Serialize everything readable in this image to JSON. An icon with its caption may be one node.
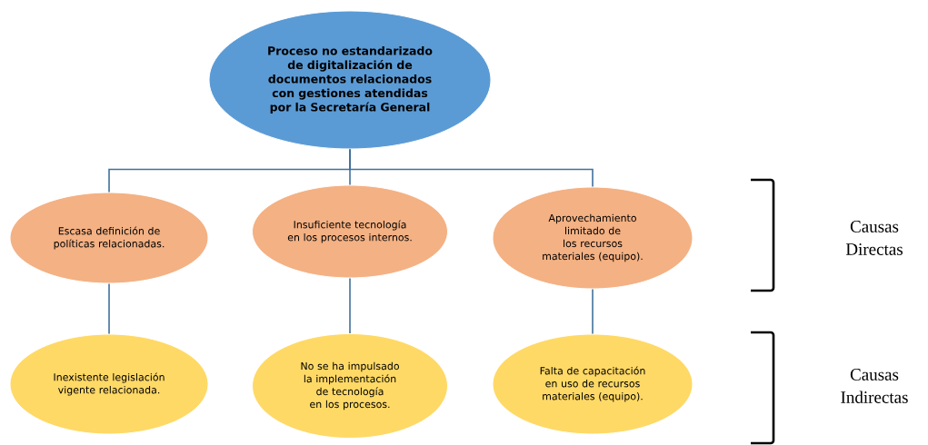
{
  "diagram": {
    "nodes": [
      {
        "text": [
          "Proceso no estandarizado de digitalización de documentos relacionados con gestiones atendidas por la Secretaría General"
        ]
      },
      {
        "text": [
          "Escasa definición de políticas relacionadas."
        ]
      },
      {
        "text": [
          "Insuficiente  tecnología en los procesos internos."
        ]
      },
      {
        "text": [
          "Aprovechamiento limitado de los recursos materiales (equipo)."
        ]
      },
      {
        "text": [
          "Inexistente legislación vigente relacionada."
        ]
      },
      {
        "text": [
          "No se ha impulsado la implementación de tecnología en los procesos."
        ]
      },
      {
        "text": [
          "Falta de capacitación en uso de recursos materiales (equipo)."
        ]
      }
    ],
    "edges": [
      {
        "from": 0,
        "to": 1,
        "arrow": "none"
      },
      {
        "from": 0,
        "to": 2,
        "arrow": "none"
      },
      {
        "from": 0,
        "to": 3,
        "arrow": "none"
      },
      {
        "from": 1,
        "to": 4,
        "arrow": "none"
      },
      {
        "from": 2,
        "to": 5,
        "arrow": "none"
      },
      {
        "from": 3,
        "to": 6,
        "arrow": "none"
      }
    ],
    "labels": [
      "Causas Directas",
      "Causas Indirectas"
    ]
  }
}
